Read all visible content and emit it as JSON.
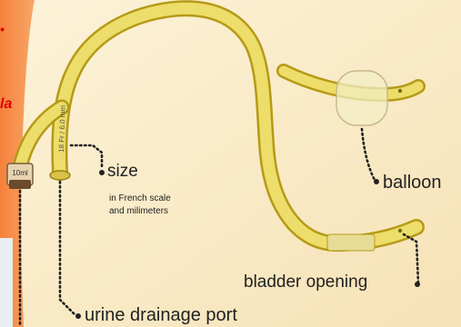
{
  "diagram": {
    "port_marking": "10ml",
    "shaft_marking": "18 Fr / 6.0 mm",
    "size_label": "size",
    "size_note_line1": "in French scale",
    "size_note_line2": "and milimeters",
    "balloon_label": "balloon",
    "bladder_opening_label": "bladder opening",
    "drainage_port_label": "urine drainage port",
    "edge_fragment_top": "•",
    "edge_fragment_mid": "la"
  }
}
